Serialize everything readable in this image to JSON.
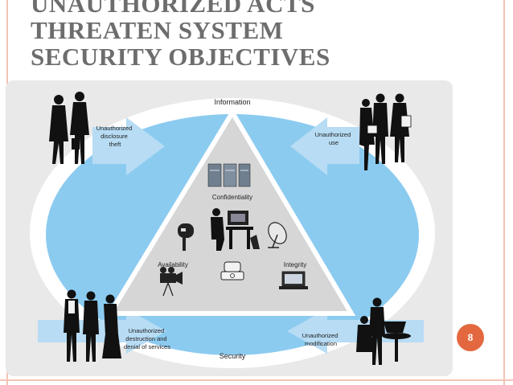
{
  "slide": {
    "title_lines": [
      "UNAUTHORIZED ACTS",
      "THREATEN SYSTEM",
      "SECURITY OBJECTIVES"
    ],
    "page_number": "8"
  },
  "diagram": {
    "top_label": "Information",
    "bottom_label": "Security",
    "triangle": {
      "confidentiality": "Confidentiality",
      "availability": "Availability",
      "integrity": "Integrity"
    },
    "threats": {
      "top_left": [
        "Unauthorized",
        "disclosure",
        "theft"
      ],
      "top_right": [
        "Unauthorized",
        "use"
      ],
      "bottom_left": [
        "Unauthorized",
        "destruction and",
        "denial of services"
      ],
      "bottom_right": [
        "Unauthorized",
        "modification"
      ]
    }
  },
  "colors": {
    "title": "#6d6d6d",
    "panel": "#e9e9e9",
    "ellipse": "#8ccbf0",
    "arrow": "#b7dcf4",
    "accent": "#e4683f",
    "frame": "#f3c4b6"
  }
}
